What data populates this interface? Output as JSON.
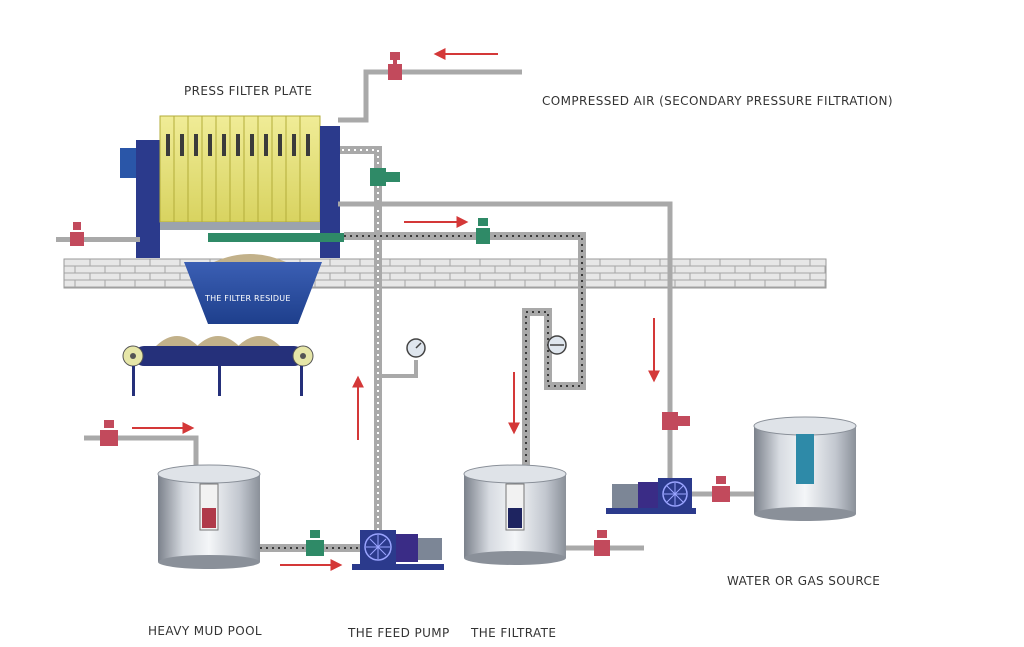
{
  "labels": {
    "press_filter_plate": "PRESS FILTER PLATE",
    "compressed_air": "COMPRESSED AIR (SECONDARY PRESSURE FILTRATION)",
    "filter_residue": "THE FILTER RESIDUE",
    "heavy_mud_pool": "HEAVY MUD POOL",
    "feed_pump": "THE FEED PUMP",
    "filtrate": "THE FILTRATE",
    "water_gas_source": "WATER OR GAS SOURCE"
  },
  "colors": {
    "pipe": "#a9a9a9",
    "valve_red": "#c24a5c",
    "valve_green": "#2f8a67",
    "arrow": "#d43838",
    "plates": "#e6e27a",
    "frame": "#2b3a8c",
    "tank": "#c9ced6",
    "brick": "#e3e3e3"
  }
}
